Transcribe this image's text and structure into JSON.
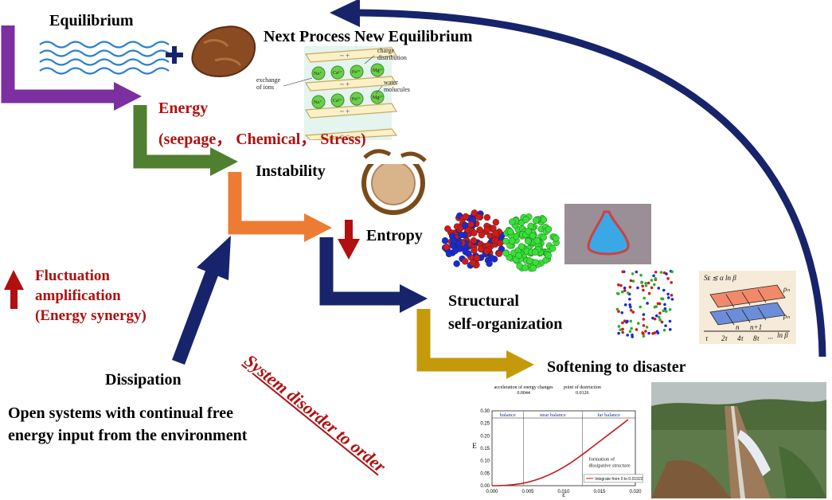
{
  "colors": {
    "purple": "#7b2fa0",
    "green": "#4f7f2f",
    "orange": "#ec7c34",
    "navy": "#17246b",
    "gold": "#c49a0a",
    "red_text": "#b01010"
  },
  "labels": {
    "equilibrium": "Equilibrium",
    "next_process": "Next Process New Equilibrium",
    "energy_title": "Energy",
    "energy_sub": "(seepage，  Chemical，  Stress)",
    "instability": "Instability",
    "entropy": "Entropy",
    "structural_1": "Structural",
    "structural_2": "self-organization",
    "softening": "Softening to disaster",
    "fluctuation_1": "Fluctuation",
    "fluctuation_2": "amplification",
    "fluctuation_3": "(Energy synergy)",
    "dissipation": "Dissipation",
    "open_1": "Open systems with continual free",
    "open_2": "energy input from the environment",
    "diagonal": "System disorder to order"
  },
  "clay_inset": {
    "charge_1": "charge",
    "charge_2": "distribution",
    "exchange_1": "exchange",
    "exchange_2": "of ions",
    "water_1": "water",
    "water_2": "molucules",
    "ions": [
      "Na⁺",
      "Ca²⁺",
      "Fe²⁺",
      "Mg²⁺"
    ],
    "plate_symbols": [
      "~ +",
      "− −"
    ]
  },
  "formula_inset": {
    "formula": "Sᴇ ≲ α ln β",
    "rho_top": "ρₙ",
    "rho_bottom": "ρₙ",
    "n_labels": [
      "n",
      "n+1"
    ],
    "axis_end": "ln β",
    "ticks": [
      "τ",
      "2τ",
      "4τ",
      "8τ",
      "···"
    ]
  },
  "chart_data": {
    "type": "line",
    "title": "",
    "xlabel": "ε",
    "ylabel": "E",
    "xlim": [
      0,
      0.02
    ],
    "ylim": [
      0,
      0.3
    ],
    "x_ticks": [
      "0.000",
      "0.005",
      "0.010",
      "0.015",
      "0.020"
    ],
    "y_ticks": [
      "0.00",
      "0.05",
      "0.10",
      "0.15",
      "0.20",
      "0.25",
      "0.30"
    ],
    "series": [
      {
        "x": [
          0,
          0.001,
          0.002,
          0.003,
          0.004,
          0.005,
          0.006,
          0.007,
          0.008,
          0.009,
          0.01,
          0.011,
          0.012,
          0.013,
          0.014,
          0.015,
          0.016,
          0.017,
          0.018,
          0.019
        ],
        "y": [
          0,
          0.0004,
          0.0015,
          0.004,
          0.008,
          0.014,
          0.022,
          0.032,
          0.044,
          0.058,
          0.074,
          0.092,
          0.112,
          0.133,
          0.155,
          0.177,
          0.199,
          0.221,
          0.243,
          0.265
        ]
      }
    ],
    "vlines": [
      {
        "x": 0.0044,
        "label": "0.0044"
      },
      {
        "x": 0.0126,
        "label": "0.0126"
      }
    ],
    "top_annotations": [
      "acceleration of energy changes",
      "point of destruction"
    ],
    "regions": [
      "balance",
      "near balance",
      "far balance"
    ],
    "annotation": "formation of dissipative structure",
    "legend_entry": "Integrate from 0 to 0.01922"
  }
}
